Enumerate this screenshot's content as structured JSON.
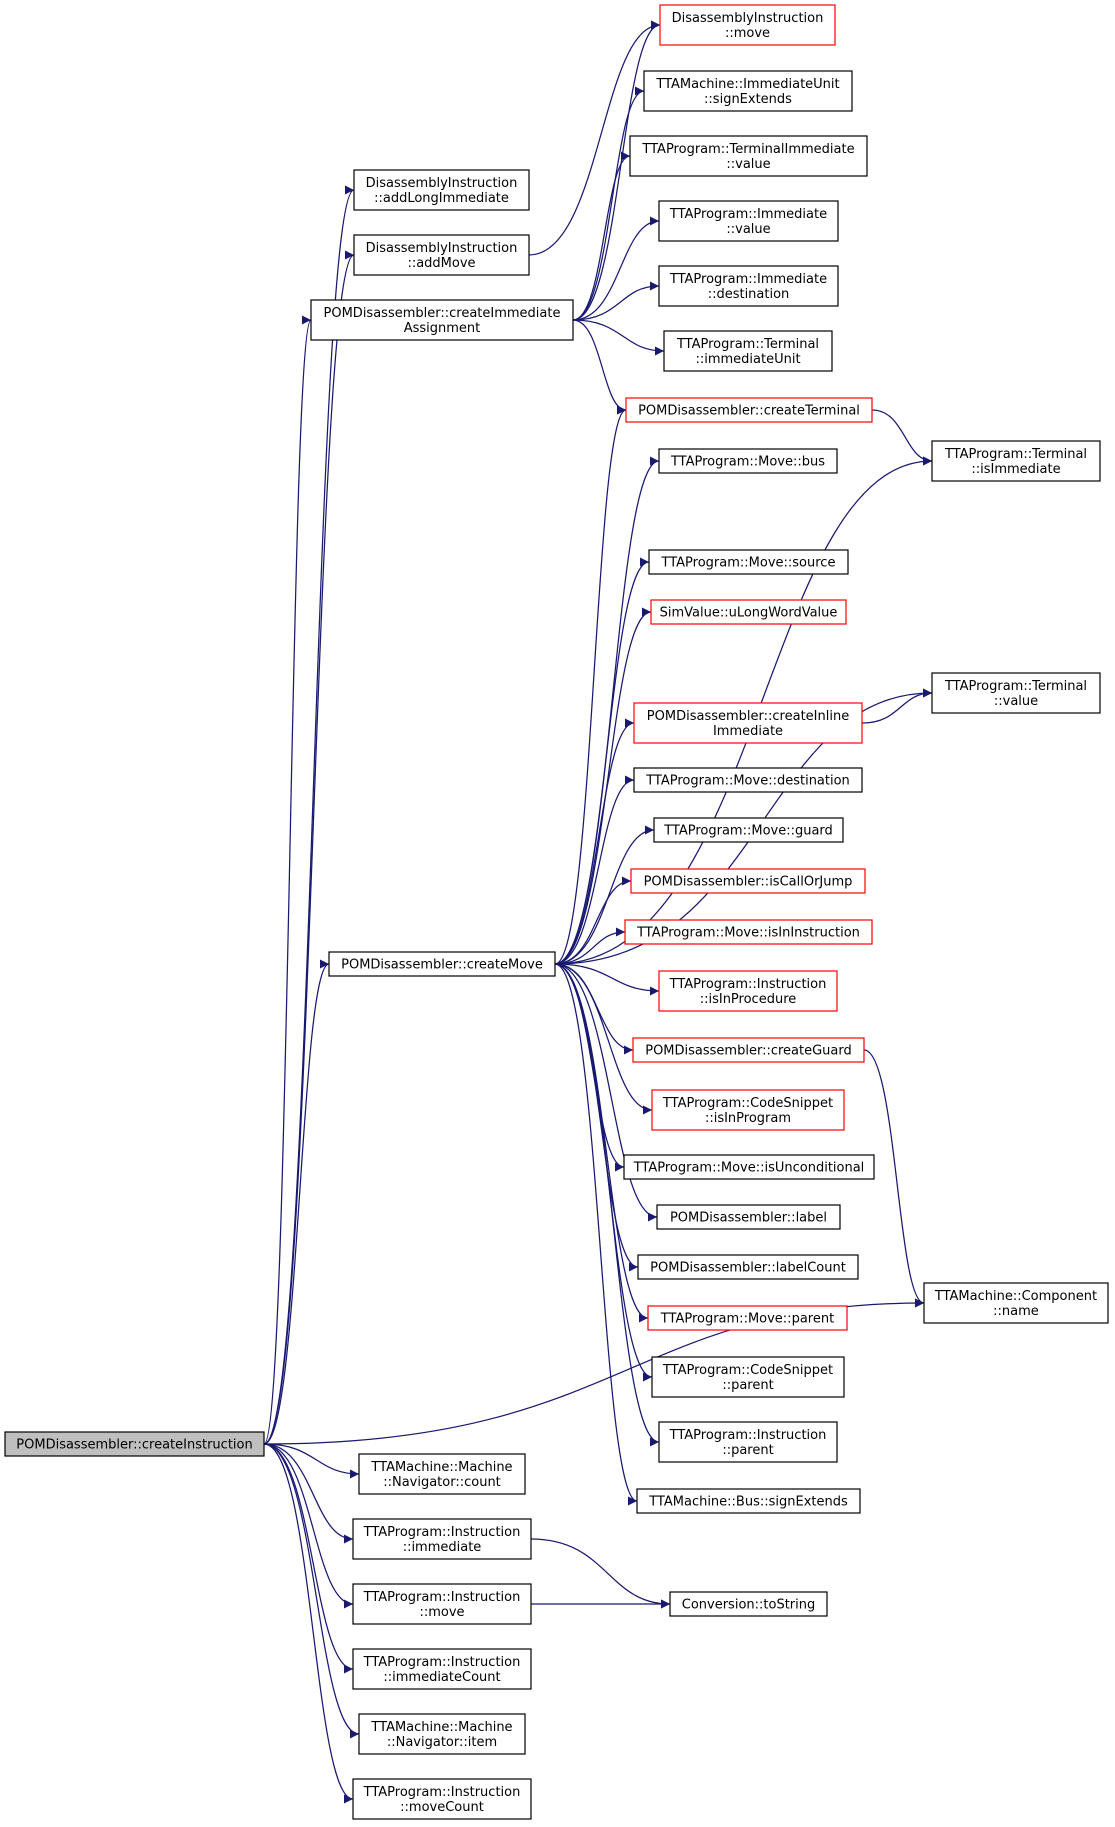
{
  "colors": {
    "edge": "#191970",
    "arrowhead": "#191970",
    "node_border": "#000000",
    "node_border_truncated": "#ff0000",
    "root_fill": "#bfbfbf",
    "node_fill": "#ffffff",
    "background": "#ffffff"
  },
  "nodes": [
    {
      "id": "root",
      "lines": [
        "POMDisassembler::createInstruction"
      ],
      "style": "root"
    },
    {
      "id": "addLongImmediate",
      "lines": [
        "DisassemblyInstruction",
        "::addLongImmediate"
      ],
      "style": "normal"
    },
    {
      "id": "addMove",
      "lines": [
        "DisassemblyInstruction",
        "::addMove"
      ],
      "style": "normal"
    },
    {
      "id": "createImmediateAssignment",
      "lines": [
        "POMDisassembler::createImmediate",
        "Assignment"
      ],
      "style": "normal"
    },
    {
      "id": "createMove",
      "lines": [
        "POMDisassembler::createMove"
      ],
      "style": "normal"
    },
    {
      "id": "di_move",
      "lines": [
        "DisassemblyInstruction",
        "::move"
      ],
      "style": "truncated"
    },
    {
      "id": "iu_signExtends",
      "lines": [
        "TTAMachine::ImmediateUnit",
        "::signExtends"
      ],
      "style": "normal"
    },
    {
      "id": "ti_value",
      "lines": [
        "TTAProgram::TerminalImmediate",
        "::value"
      ],
      "style": "normal"
    },
    {
      "id": "imm_value",
      "lines": [
        "TTAProgram::Immediate",
        "::value"
      ],
      "style": "normal"
    },
    {
      "id": "imm_destination",
      "lines": [
        "TTAProgram::Immediate",
        "::destination"
      ],
      "style": "normal"
    },
    {
      "id": "term_immediateUnit",
      "lines": [
        "TTAProgram::Terminal",
        "::immediateUnit"
      ],
      "style": "normal"
    },
    {
      "id": "createTerminal",
      "lines": [
        "POMDisassembler::createTerminal"
      ],
      "style": "truncated"
    },
    {
      "id": "term_isImmediate",
      "lines": [
        "TTAProgram::Terminal",
        "::isImmediate"
      ],
      "style": "normal"
    },
    {
      "id": "move_bus",
      "lines": [
        "TTAProgram::Move::bus"
      ],
      "style": "normal"
    },
    {
      "id": "move_source",
      "lines": [
        "TTAProgram::Move::source"
      ],
      "style": "normal"
    },
    {
      "id": "uLongWordValue",
      "lines": [
        "SimValue::uLongWordValue"
      ],
      "style": "truncated"
    },
    {
      "id": "term_value",
      "lines": [
        "TTAProgram::Terminal",
        "::value"
      ],
      "style": "normal"
    },
    {
      "id": "createInlineImmediate",
      "lines": [
        "POMDisassembler::createInline",
        "Immediate"
      ],
      "style": "truncated"
    },
    {
      "id": "move_destination",
      "lines": [
        "TTAProgram::Move::destination"
      ],
      "style": "normal"
    },
    {
      "id": "move_guard",
      "lines": [
        "TTAProgram::Move::guard"
      ],
      "style": "normal"
    },
    {
      "id": "isCallOrJump",
      "lines": [
        "POMDisassembler::isCallOrJump"
      ],
      "style": "truncated"
    },
    {
      "id": "move_isInInstruction",
      "lines": [
        "TTAProgram::Move::isInInstruction"
      ],
      "style": "truncated"
    },
    {
      "id": "instr_isInProcedure",
      "lines": [
        "TTAProgram::Instruction",
        "::isInProcedure"
      ],
      "style": "truncated"
    },
    {
      "id": "createGuard",
      "lines": [
        "POMDisassembler::createGuard"
      ],
      "style": "truncated"
    },
    {
      "id": "cs_isInProgram",
      "lines": [
        "TTAProgram::CodeSnippet",
        "::isInProgram"
      ],
      "style": "truncated"
    },
    {
      "id": "move_isUnconditional",
      "lines": [
        "TTAProgram::Move::isUnconditional"
      ],
      "style": "normal"
    },
    {
      "id": "pom_label",
      "lines": [
        "POMDisassembler::label"
      ],
      "style": "normal"
    },
    {
      "id": "pom_labelCount",
      "lines": [
        "POMDisassembler::labelCount"
      ],
      "style": "normal"
    },
    {
      "id": "move_parent",
      "lines": [
        "TTAProgram::Move::parent"
      ],
      "style": "truncated"
    },
    {
      "id": "comp_name",
      "lines": [
        "TTAMachine::Component",
        "::name"
      ],
      "style": "normal"
    },
    {
      "id": "cs_parent",
      "lines": [
        "TTAProgram::CodeSnippet",
        "::parent"
      ],
      "style": "normal"
    },
    {
      "id": "instr_parent",
      "lines": [
        "TTAProgram::Instruction",
        "::parent"
      ],
      "style": "normal"
    },
    {
      "id": "bus_signExtends",
      "lines": [
        "TTAMachine::Bus::signExtends"
      ],
      "style": "normal"
    },
    {
      "id": "nav_count",
      "lines": [
        "TTAMachine::Machine",
        "::Navigator::count"
      ],
      "style": "normal"
    },
    {
      "id": "instr_immediate",
      "lines": [
        "TTAProgram::Instruction",
        "::immediate"
      ],
      "style": "normal"
    },
    {
      "id": "instr_move",
      "lines": [
        "TTAProgram::Instruction",
        "::move"
      ],
      "style": "normal"
    },
    {
      "id": "toString",
      "lines": [
        "Conversion::toString"
      ],
      "style": "normal"
    },
    {
      "id": "instr_immediateCount",
      "lines": [
        "TTAProgram::Instruction",
        "::immediateCount"
      ],
      "style": "normal"
    },
    {
      "id": "nav_item",
      "lines": [
        "TTAMachine::Machine",
        "::Navigator::item"
      ],
      "style": "normal"
    },
    {
      "id": "instr_moveCount",
      "lines": [
        "TTAProgram::Instruction",
        "::moveCount"
      ],
      "style": "normal"
    }
  ],
  "edges": [
    [
      "root",
      "addLongImmediate"
    ],
    [
      "root",
      "addMove"
    ],
    [
      "root",
      "createImmediateAssignment"
    ],
    [
      "root",
      "createMove"
    ],
    [
      "root",
      "comp_name"
    ],
    [
      "root",
      "nav_count"
    ],
    [
      "root",
      "instr_immediate"
    ],
    [
      "root",
      "instr_move"
    ],
    [
      "root",
      "instr_immediateCount"
    ],
    [
      "root",
      "nav_item"
    ],
    [
      "root",
      "instr_moveCount"
    ],
    [
      "addMove",
      "di_move"
    ],
    [
      "createImmediateAssignment",
      "di_move"
    ],
    [
      "createImmediateAssignment",
      "iu_signExtends"
    ],
    [
      "createImmediateAssignment",
      "ti_value"
    ],
    [
      "createImmediateAssignment",
      "imm_value"
    ],
    [
      "createImmediateAssignment",
      "imm_destination"
    ],
    [
      "createImmediateAssignment",
      "term_immediateUnit"
    ],
    [
      "createImmediateAssignment",
      "createTerminal"
    ],
    [
      "createTerminal",
      "term_isImmediate"
    ],
    [
      "createMove",
      "createTerminal"
    ],
    [
      "createMove",
      "move_bus"
    ],
    [
      "createMove",
      "term_isImmediate"
    ],
    [
      "createMove",
      "move_source"
    ],
    [
      "createMove",
      "uLongWordValue"
    ],
    [
      "createMove",
      "term_value"
    ],
    [
      "createMove",
      "createInlineImmediate"
    ],
    [
      "createMove",
      "move_destination"
    ],
    [
      "createMove",
      "move_guard"
    ],
    [
      "createMove",
      "isCallOrJump"
    ],
    [
      "createMove",
      "move_isInInstruction"
    ],
    [
      "createMove",
      "instr_isInProcedure"
    ],
    [
      "createMove",
      "createGuard"
    ],
    [
      "createMove",
      "cs_isInProgram"
    ],
    [
      "createMove",
      "move_isUnconditional"
    ],
    [
      "createMove",
      "pom_label"
    ],
    [
      "createMove",
      "pom_labelCount"
    ],
    [
      "createMove",
      "move_parent"
    ],
    [
      "createMove",
      "cs_parent"
    ],
    [
      "createMove",
      "instr_parent"
    ],
    [
      "createMove",
      "bus_signExtends"
    ],
    [
      "createInlineImmediate",
      "term_value"
    ],
    [
      "createGuard",
      "comp_name"
    ],
    [
      "instr_immediate",
      "toString"
    ],
    [
      "instr_move",
      "toString"
    ]
  ]
}
